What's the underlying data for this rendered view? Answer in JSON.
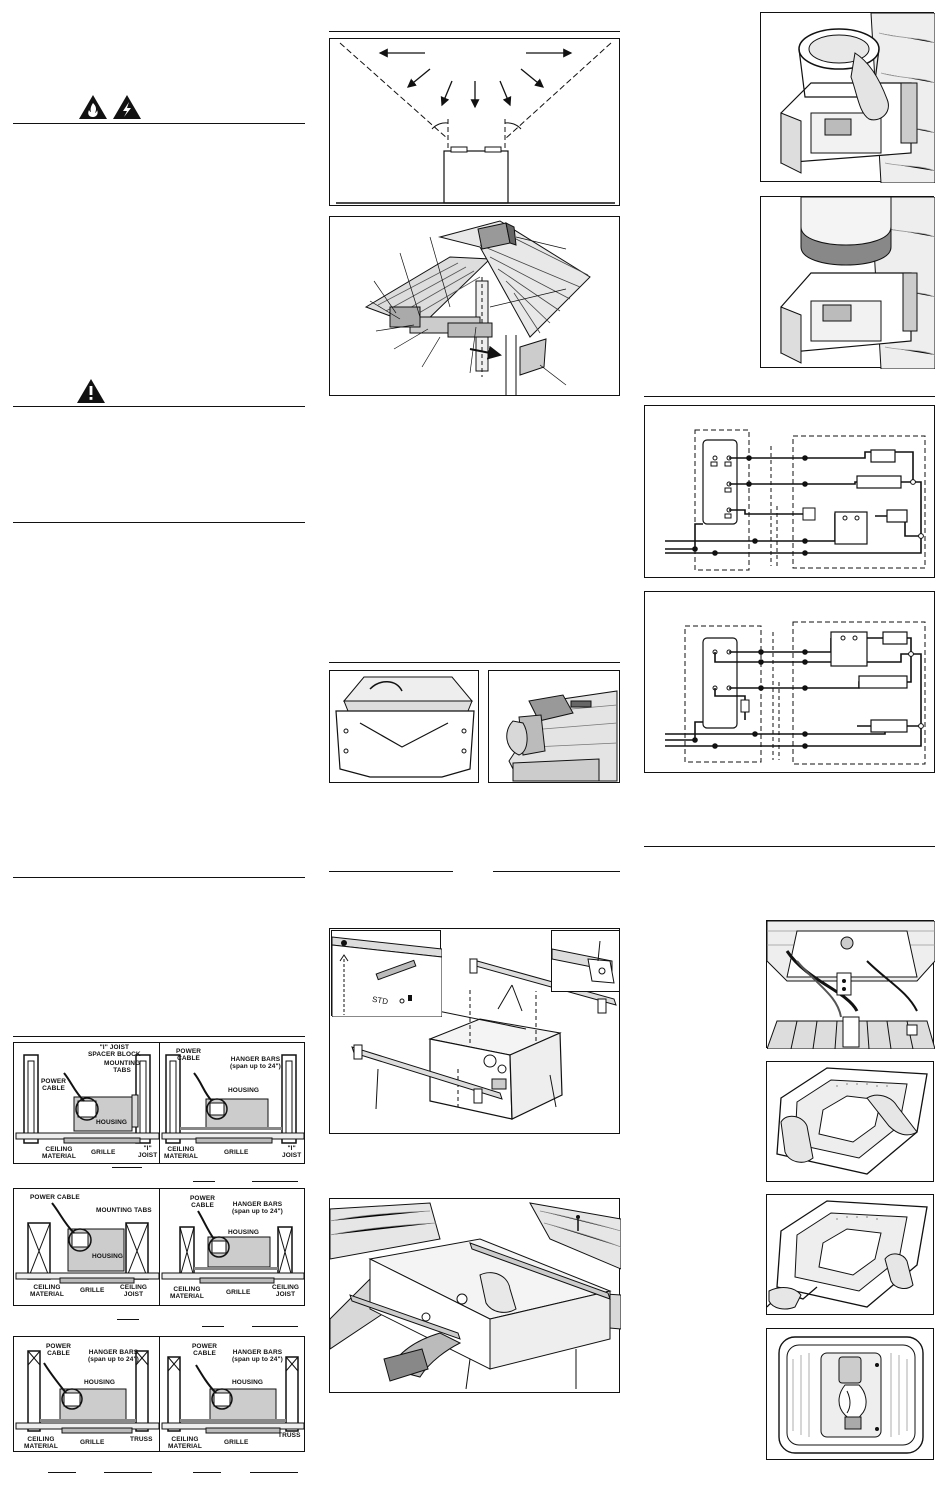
{
  "panels": {
    "joist_a": {
      "spacer_block": "\"I\" JOIST\nSPACER BLOCK",
      "mounting_tabs": "MOUNTING\nTABS",
      "power_cable": "POWER\nCABLE",
      "housing": "HOUSING",
      "ceiling_material": "CEILING\nMATERIAL",
      "grille": "GRILLE",
      "joist": "\"I\"\nJOIST"
    },
    "joist_b": {
      "power_cable": "POWER\nCABLE",
      "hanger_bars": "HANGER BARS\n(span up to 24\")",
      "housing": "HOUSING",
      "ceiling_material": "CEILING\nMATERIAL",
      "grille": "GRILLE",
      "joist": "\"I\"\nJOIST"
    },
    "ceiling_a": {
      "power_cable": "POWER CABLE",
      "mounting_tabs": "MOUNTING TABS",
      "housing": "HOUSING",
      "ceiling_material": "CEILING\nMATERIAL",
      "grille": "GRILLE",
      "ceiling_joist": "CEILING\nJOIST"
    },
    "ceiling_b": {
      "power_cable": "POWER\nCABLE",
      "hanger_bars": "HANGER BARS\n(span up to 24\")",
      "housing": "HOUSING",
      "ceiling_material": "CEILING\nMATERIAL",
      "grille": "GRILLE",
      "ceiling_joist": "CEILING\nJOIST"
    },
    "truss_a": {
      "power_cable": "POWER\nCABLE",
      "hanger_bars": "HANGER BARS\n(span up to 24\")",
      "housing": "HOUSING",
      "ceiling_material": "CEILING\nMATERIAL",
      "grille": "GRILLE",
      "truss": "TRUSS"
    },
    "truss_b": {
      "power_cable": "POWER\nCABLE",
      "hanger_bars": "HANGER BARS\n(span up to 24\")",
      "housing": "HOUSING",
      "ceiling_material": "CEILING\nMATERIAL",
      "grille": "GRILLE",
      "truss": "TRUSS"
    }
  },
  "housing_stamp": "STD"
}
